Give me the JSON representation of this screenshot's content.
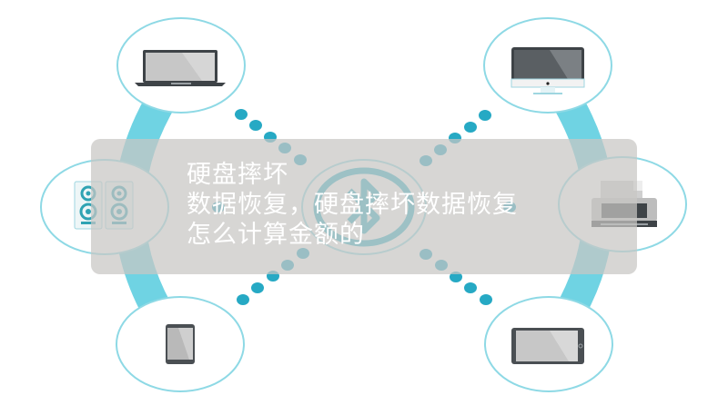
{
  "title": {
    "lines": [
      "硬盘摔坏",
      "数据恢复，硬盘摔坏数据恢复",
      "怎么计算金额的"
    ]
  },
  "diagram": {
    "hub_icon": "bluetooth-icon",
    "nodes": [
      {
        "id": "top-left",
        "icon": "laptop-icon"
      },
      {
        "id": "top-right",
        "icon": "desktop-monitor-icon"
      },
      {
        "id": "mid-left",
        "icon": "speakers-icon"
      },
      {
        "id": "mid-right",
        "icon": "printer-icon"
      },
      {
        "id": "bottom-left",
        "icon": "tablet-icon"
      },
      {
        "id": "bottom-right",
        "icon": "landscape-tablet-icon"
      }
    ]
  },
  "colors": {
    "accent": "#2fb5c9",
    "arc": "#6fd3e3",
    "dot": "#26a9c4",
    "overlay": "#c8c6c4",
    "node_stroke": "#8ed9e5"
  }
}
